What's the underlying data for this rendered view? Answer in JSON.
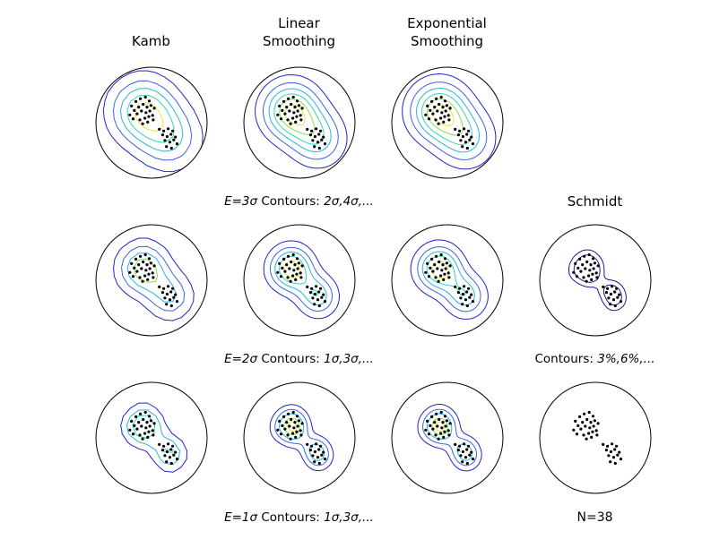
{
  "figure": {
    "background": "#ffffff",
    "column_titles": [
      "Kamb",
      "Linear\nSmoothing",
      "Exponential\nSmoothing"
    ],
    "schmidt_title": "Schmidt",
    "row_captions": [
      {
        "segments": [
          {
            "t": "E=3σ"
          },
          {
            "t": " Contours: "
          },
          {
            "t": "2σ,4σ,..."
          }
        ]
      },
      {
        "segments": [
          {
            "t": "E=2σ"
          },
          {
            "t": " Contours: "
          },
          {
            "t": "1σ,3σ,..."
          }
        ]
      },
      {
        "segments": [
          {
            "t": "E=1σ"
          },
          {
            "t": " Contours: "
          },
          {
            "t": "1σ,3σ,..."
          }
        ]
      }
    ],
    "schmidt_contour_caption": {
      "segments": [
        {
          "t": "Contours: "
        },
        {
          "t": "3%,6%,..."
        }
      ]
    },
    "schmidt_count_caption": "N=38"
  },
  "chart_data": {
    "type": "scatter",
    "description": "Grid of equal-area stereonet density plots comparing Kamb contouring (no smoothing, linear smoothing, exponential smoothing) at expected counts E=3σ, E=2σ and E=1σ, plus Schmidt (percent-per-1%-area) contours and the raw scatter of the same N=38 directional data points. Two point clusters: one upper-left of center, one lower-right of center.",
    "n_points": 38,
    "points": [
      [
        -0.36,
        0.3
      ],
      [
        -0.28,
        0.38
      ],
      [
        -0.2,
        0.43
      ],
      [
        -0.11,
        0.46
      ],
      [
        -0.04,
        0.39
      ],
      [
        -0.31,
        0.22
      ],
      [
        -0.23,
        0.28
      ],
      [
        -0.15,
        0.33
      ],
      [
        -0.08,
        0.28
      ],
      [
        -0.01,
        0.31
      ],
      [
        -0.39,
        0.14
      ],
      [
        -0.26,
        0.16
      ],
      [
        -0.18,
        0.21
      ],
      [
        -0.1,
        0.18
      ],
      [
        -0.03,
        0.21
      ],
      [
        0.05,
        0.26
      ],
      [
        -0.33,
        0.07
      ],
      [
        -0.21,
        0.05
      ],
      [
        -0.12,
        0.08
      ],
      [
        -0.05,
        0.11
      ],
      [
        0.02,
        0.13
      ],
      [
        -0.16,
        -0.02
      ],
      [
        -0.07,
        0.01
      ],
      [
        0.03,
        0.05
      ],
      [
        0.14,
        -0.12
      ],
      [
        0.22,
        -0.15
      ],
      [
        0.3,
        -0.11
      ],
      [
        0.38,
        -0.15
      ],
      [
        0.2,
        -0.22
      ],
      [
        0.28,
        -0.25
      ],
      [
        0.35,
        -0.21
      ],
      [
        0.43,
        -0.26
      ],
      [
        0.24,
        -0.32
      ],
      [
        0.33,
        -0.35
      ],
      [
        0.4,
        -0.31
      ],
      [
        0.27,
        -0.43
      ],
      [
        0.36,
        -0.46
      ],
      [
        0.46,
        -0.38
      ]
    ],
    "contour_palette": [
      "#2323c8",
      "#3a63e6",
      "#28b2e2",
      "#2fd7b2",
      "#8bdd4b",
      "#e8e640"
    ],
    "panels": [
      {
        "id": "r1c1",
        "method": "Kamb",
        "smoothing": "none",
        "sigma": "E=3σ",
        "contour_interval": "2σ,4σ,...",
        "show_contours": true,
        "h": 0.34,
        "grid": 16,
        "level_fracs": [
          0.13,
          0.3,
          0.48,
          0.66,
          0.85
        ],
        "colors": [
          "#2323c8",
          "#3a63e6",
          "#28b2e2",
          "#2fd7b2",
          "#e8e640"
        ]
      },
      {
        "id": "r1c2",
        "method": "Kamb",
        "smoothing": "linear",
        "sigma": "E=3σ",
        "contour_interval": "2σ,4σ,...",
        "show_contours": true,
        "h": 0.3,
        "grid": 42,
        "level_fracs": [
          0.13,
          0.28,
          0.44,
          0.6,
          0.76,
          0.9
        ],
        "colors": [
          "#2323c8",
          "#3a63e6",
          "#28b2e2",
          "#2fd7b2",
          "#8bdd4b",
          "#e8e640"
        ]
      },
      {
        "id": "r1c3",
        "method": "Kamb",
        "smoothing": "exponential",
        "sigma": "E=3σ",
        "contour_interval": "2σ,4σ,...",
        "show_contours": true,
        "h": 0.31,
        "grid": 42,
        "level_fracs": [
          0.13,
          0.28,
          0.44,
          0.6,
          0.76,
          0.9
        ],
        "colors": [
          "#2323c8",
          "#3a63e6",
          "#28b2e2",
          "#2fd7b2",
          "#8bdd4b",
          "#e8e640"
        ]
      },
      {
        "id": "r2c1",
        "method": "Kamb",
        "smoothing": "none",
        "sigma": "E=2σ",
        "contour_interval": "1σ,3σ,...",
        "show_contours": true,
        "h": 0.24,
        "grid": 16,
        "level_fracs": [
          0.15,
          0.36,
          0.58,
          0.8
        ],
        "colors": [
          "#2323c8",
          "#3a63e6",
          "#28b2e2",
          "#8bdd4b"
        ]
      },
      {
        "id": "r2c2",
        "method": "Kamb",
        "smoothing": "linear",
        "sigma": "E=2σ",
        "contour_interval": "1σ,3σ,...",
        "show_contours": true,
        "h": 0.21,
        "grid": 42,
        "level_fracs": [
          0.14,
          0.32,
          0.5,
          0.68,
          0.86
        ],
        "colors": [
          "#2323c8",
          "#3a63e6",
          "#28b2e2",
          "#2fd7b2",
          "#e8e640"
        ]
      },
      {
        "id": "r2c3",
        "method": "Kamb",
        "smoothing": "exponential",
        "sigma": "E=2σ",
        "contour_interval": "1σ,3σ,...",
        "show_contours": true,
        "h": 0.22,
        "grid": 42,
        "level_fracs": [
          0.14,
          0.32,
          0.5,
          0.68,
          0.86
        ],
        "colors": [
          "#2323c8",
          "#3a63e6",
          "#28b2e2",
          "#2fd7b2",
          "#e8e640"
        ]
      },
      {
        "id": "r2c4",
        "method": "Schmidt",
        "smoothing": "none",
        "contour_interval": "3%,6%,...",
        "show_contours": true,
        "h": 0.105,
        "grid": 36,
        "level_fracs": [
          0.22,
          0.5
        ],
        "colors": [
          "#1a1a8c",
          "#1a1a8c"
        ]
      },
      {
        "id": "r3c1",
        "method": "Kamb",
        "smoothing": "none",
        "sigma": "E=1σ",
        "contour_interval": "1σ,3σ,...",
        "show_contours": true,
        "h": 0.16,
        "grid": 16,
        "level_fracs": [
          0.18,
          0.42,
          0.68
        ],
        "colors": [
          "#2323c8",
          "#28b2e2",
          "#2fd7b2"
        ]
      },
      {
        "id": "r3c2",
        "method": "Kamb",
        "smoothing": "linear",
        "sigma": "E=1σ",
        "contour_interval": "1σ,3σ,...",
        "show_contours": true,
        "h": 0.135,
        "grid": 42,
        "level_fracs": [
          0.16,
          0.36,
          0.58,
          0.8,
          0.93
        ],
        "colors": [
          "#2323c8",
          "#3a63e6",
          "#28b2e2",
          "#8bdd4b",
          "#e8e640"
        ]
      },
      {
        "id": "r3c3",
        "method": "Kamb",
        "smoothing": "exponential",
        "sigma": "E=1σ",
        "contour_interval": "1σ,3σ,...",
        "show_contours": true,
        "h": 0.14,
        "grid": 42,
        "level_fracs": [
          0.16,
          0.36,
          0.58,
          0.8,
          0.93
        ],
        "colors": [
          "#2323c8",
          "#3a63e6",
          "#28b2e2",
          "#8bdd4b",
          "#e8e640"
        ]
      },
      {
        "id": "r3c4",
        "method": "Schmidt scatter",
        "smoothing": "none",
        "show_contours": false
      }
    ]
  }
}
